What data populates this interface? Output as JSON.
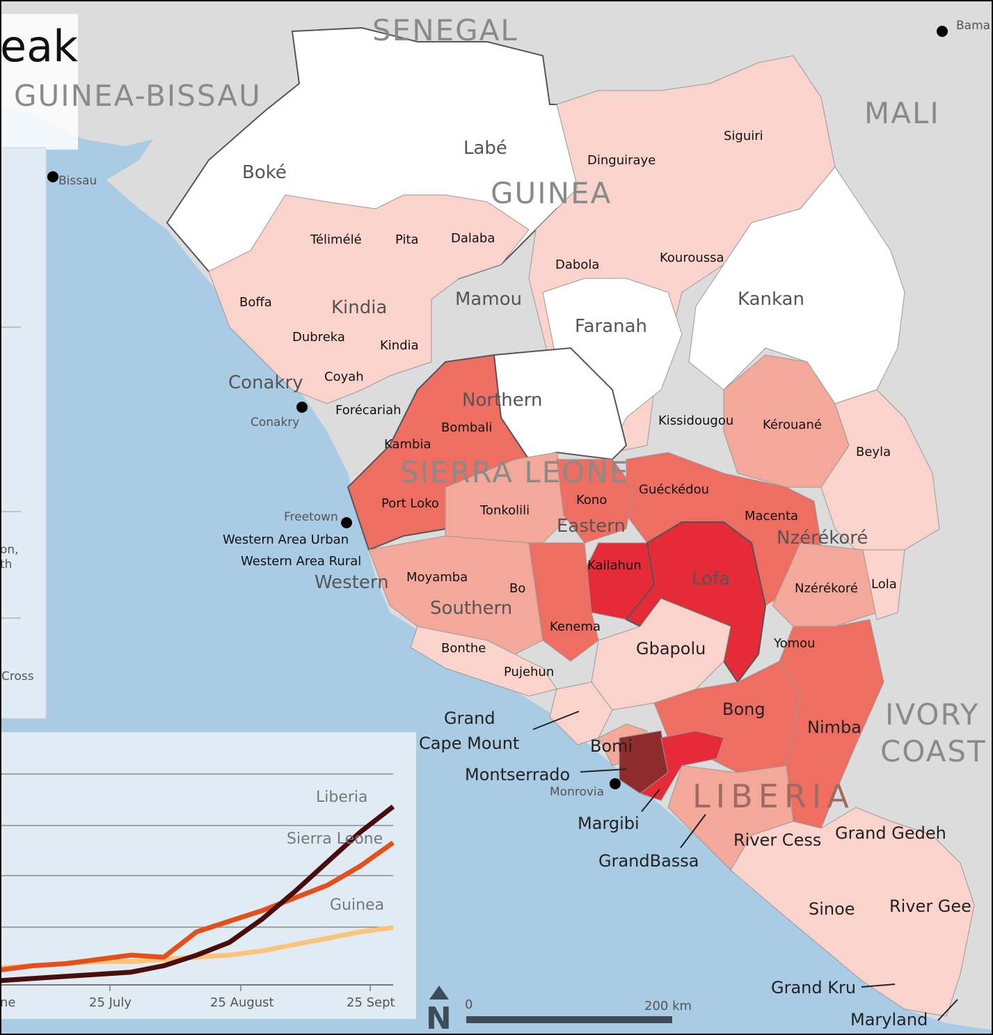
{
  "title_fragment": "eak",
  "countries": {
    "senegal": "SENEGAL",
    "guinea_bissau": "GUINEA-BISSAU",
    "mali": "MALI",
    "guinea": "GUINEA",
    "sierra_leone": "SIERRA LEONE",
    "liberia": "LIBERIA",
    "ivory": "IVORY",
    "coast": "COAST"
  },
  "cities": {
    "bamako": "Bama",
    "bissau": "Bissau",
    "conakry": "Conakry",
    "freetown": "Freetown",
    "monrovia": "Monrovia"
  },
  "guinea_districts": [
    "Boké",
    "Labé",
    "Dinguiraye",
    "Siguiri",
    "Télimélé",
    "Pita",
    "Dalaba",
    "Dabola",
    "Kouroussa",
    "Boffa",
    "Kindia",
    "Mamou",
    "Faranah",
    "Kankan",
    "Dubreka",
    "Kindia",
    "Coyah",
    "Forécariah",
    "Kissidougou",
    "Kérouané",
    "Beyla",
    "Guéckédou",
    "Macenta",
    "Nzérékoré",
    "Lola",
    "Yomou"
  ],
  "guinea_regions": {
    "conakry": "Conakry",
    "nzerekore": "Nzérékoré"
  },
  "sl_regions": {
    "northern": "Northern",
    "eastern": "Eastern",
    "southern": "Southern",
    "western": "Western"
  },
  "sl_districts": [
    "Bombali",
    "Kambia",
    "Port Loko",
    "Tonkolili",
    "Kono",
    "Kailahun",
    "Moyamba",
    "Bo",
    "Kenema",
    "Bonthe",
    "Pujehun",
    "Western Area Urban",
    "Western Area Rural"
  ],
  "liberia_counties": [
    "Lofa",
    "Gbapolu",
    "Bong",
    "Nimba",
    "Bomi",
    "Grand",
    "Cape Mount",
    "Montserrado",
    "Margibi",
    "GrandBassa",
    "River Cess",
    "Grand Gedeh",
    "Sinoe",
    "River Gee",
    "Grand Kru",
    "Maryland"
  ],
  "sidebar_fragments": [
    "on,",
    "th",
    "Cross"
  ],
  "scale": {
    "zero": "0",
    "distance": "200 km"
  },
  "north": "N",
  "colors": {
    "sea": "#a9cbe4",
    "land_outside": "#dcdcdc",
    "none": "#ffffff",
    "low": "#fad4cc",
    "mid": "#f4a89a",
    "high": "#ee6f61",
    "very_high": "#e42b37",
    "max": "#8e2b2d"
  },
  "chart_data": {
    "type": "line",
    "x": [
      "ne",
      "25 July",
      "25 August",
      "25 Sept"
    ],
    "series": [
      {
        "name": "Liberia",
        "color": "#4a0d0d",
        "values": [
          2,
          3,
          4,
          5,
          6,
          9,
          14,
          20,
          31,
          44,
          58,
          72,
          84
        ]
      },
      {
        "name": "Sierra Leone",
        "color": "#e2501c",
        "values": [
          7,
          9,
          10,
          12,
          14,
          13,
          25,
          30,
          35,
          41,
          47,
          56,
          67
        ]
      },
      {
        "name": "Guinea",
        "color": "#fcc47a",
        "values": [
          8,
          9,
          10,
          11,
          11,
          12,
          13,
          14,
          16,
          19,
          22,
          25,
          27
        ]
      }
    ],
    "ylim": [
      0,
      100
    ],
    "grid": true
  }
}
